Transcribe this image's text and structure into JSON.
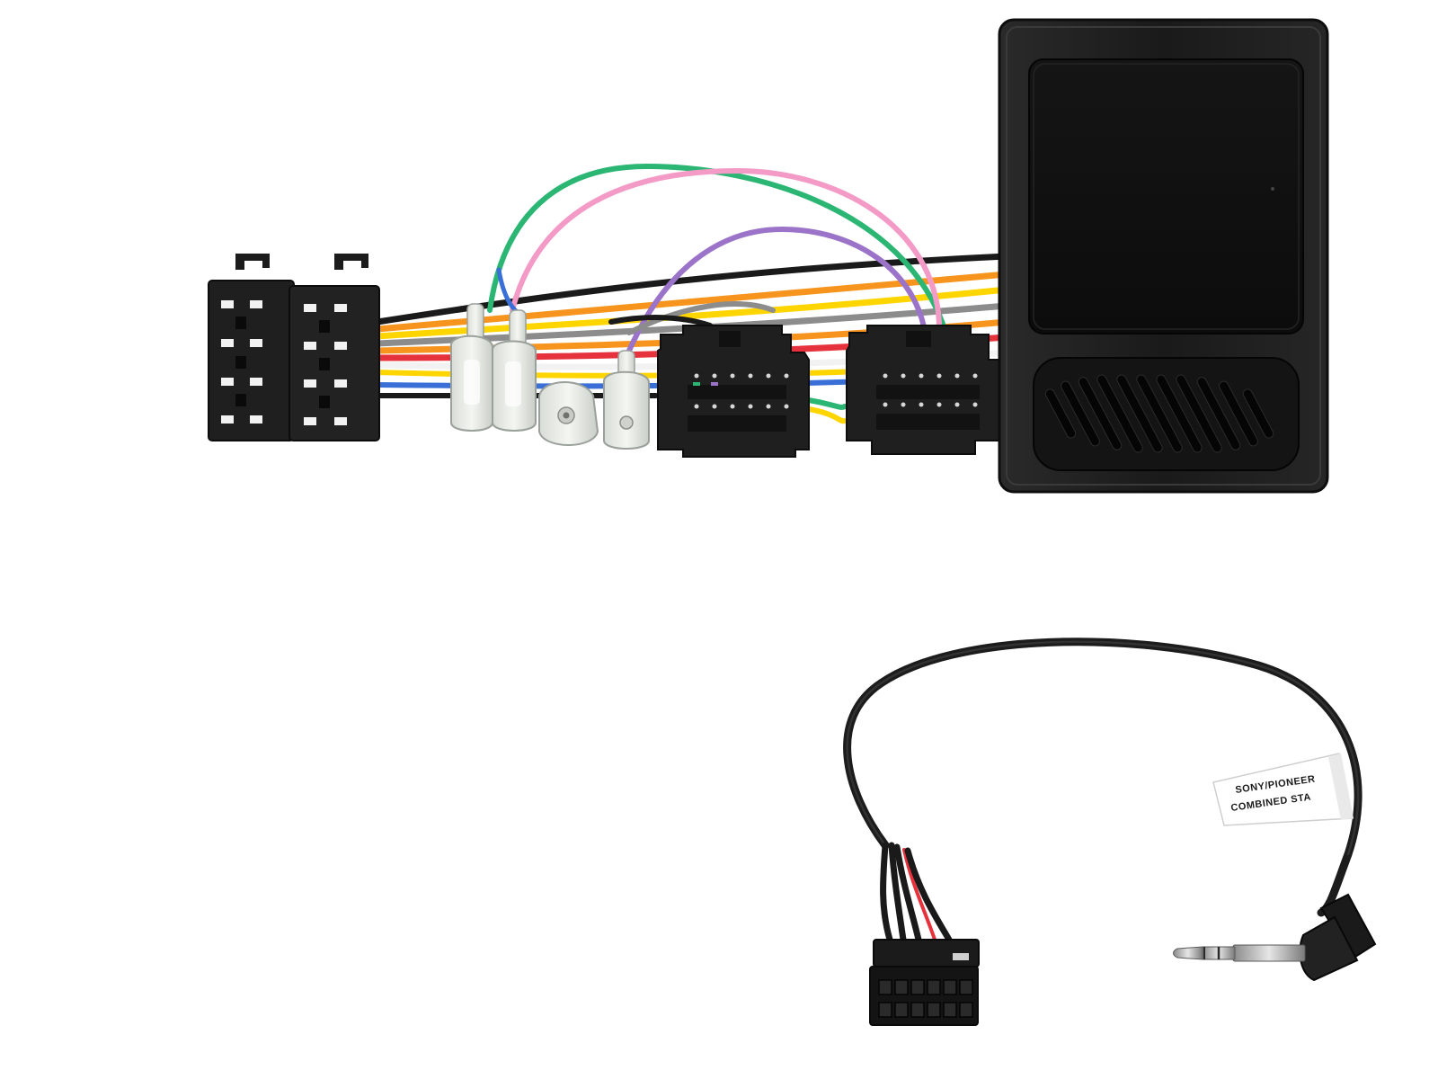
{
  "photo": {
    "background_color": "#ffffff",
    "objects": [
      "iso-connector-pair",
      "spade-terminal-set",
      "vehicle-harness-connector",
      "interface-control-box",
      "patch-lead-cable",
      "stereo-jack-plug",
      "molex-connector"
    ],
    "wire_colors": {
      "green": "#2bb673",
      "pink": "#f39ac6",
      "purple": "#9b73c9",
      "orange": "#f7941d",
      "yellow": "#ffd500",
      "red": "#e6323c",
      "blue": "#3a6fd8",
      "grey": "#8c8c8c",
      "black": "#1a1a1a",
      "white": "#f2f2f2"
    }
  },
  "cable_label": {
    "line1": "SONY/PIONEER",
    "line2": "COMBINED STA"
  }
}
